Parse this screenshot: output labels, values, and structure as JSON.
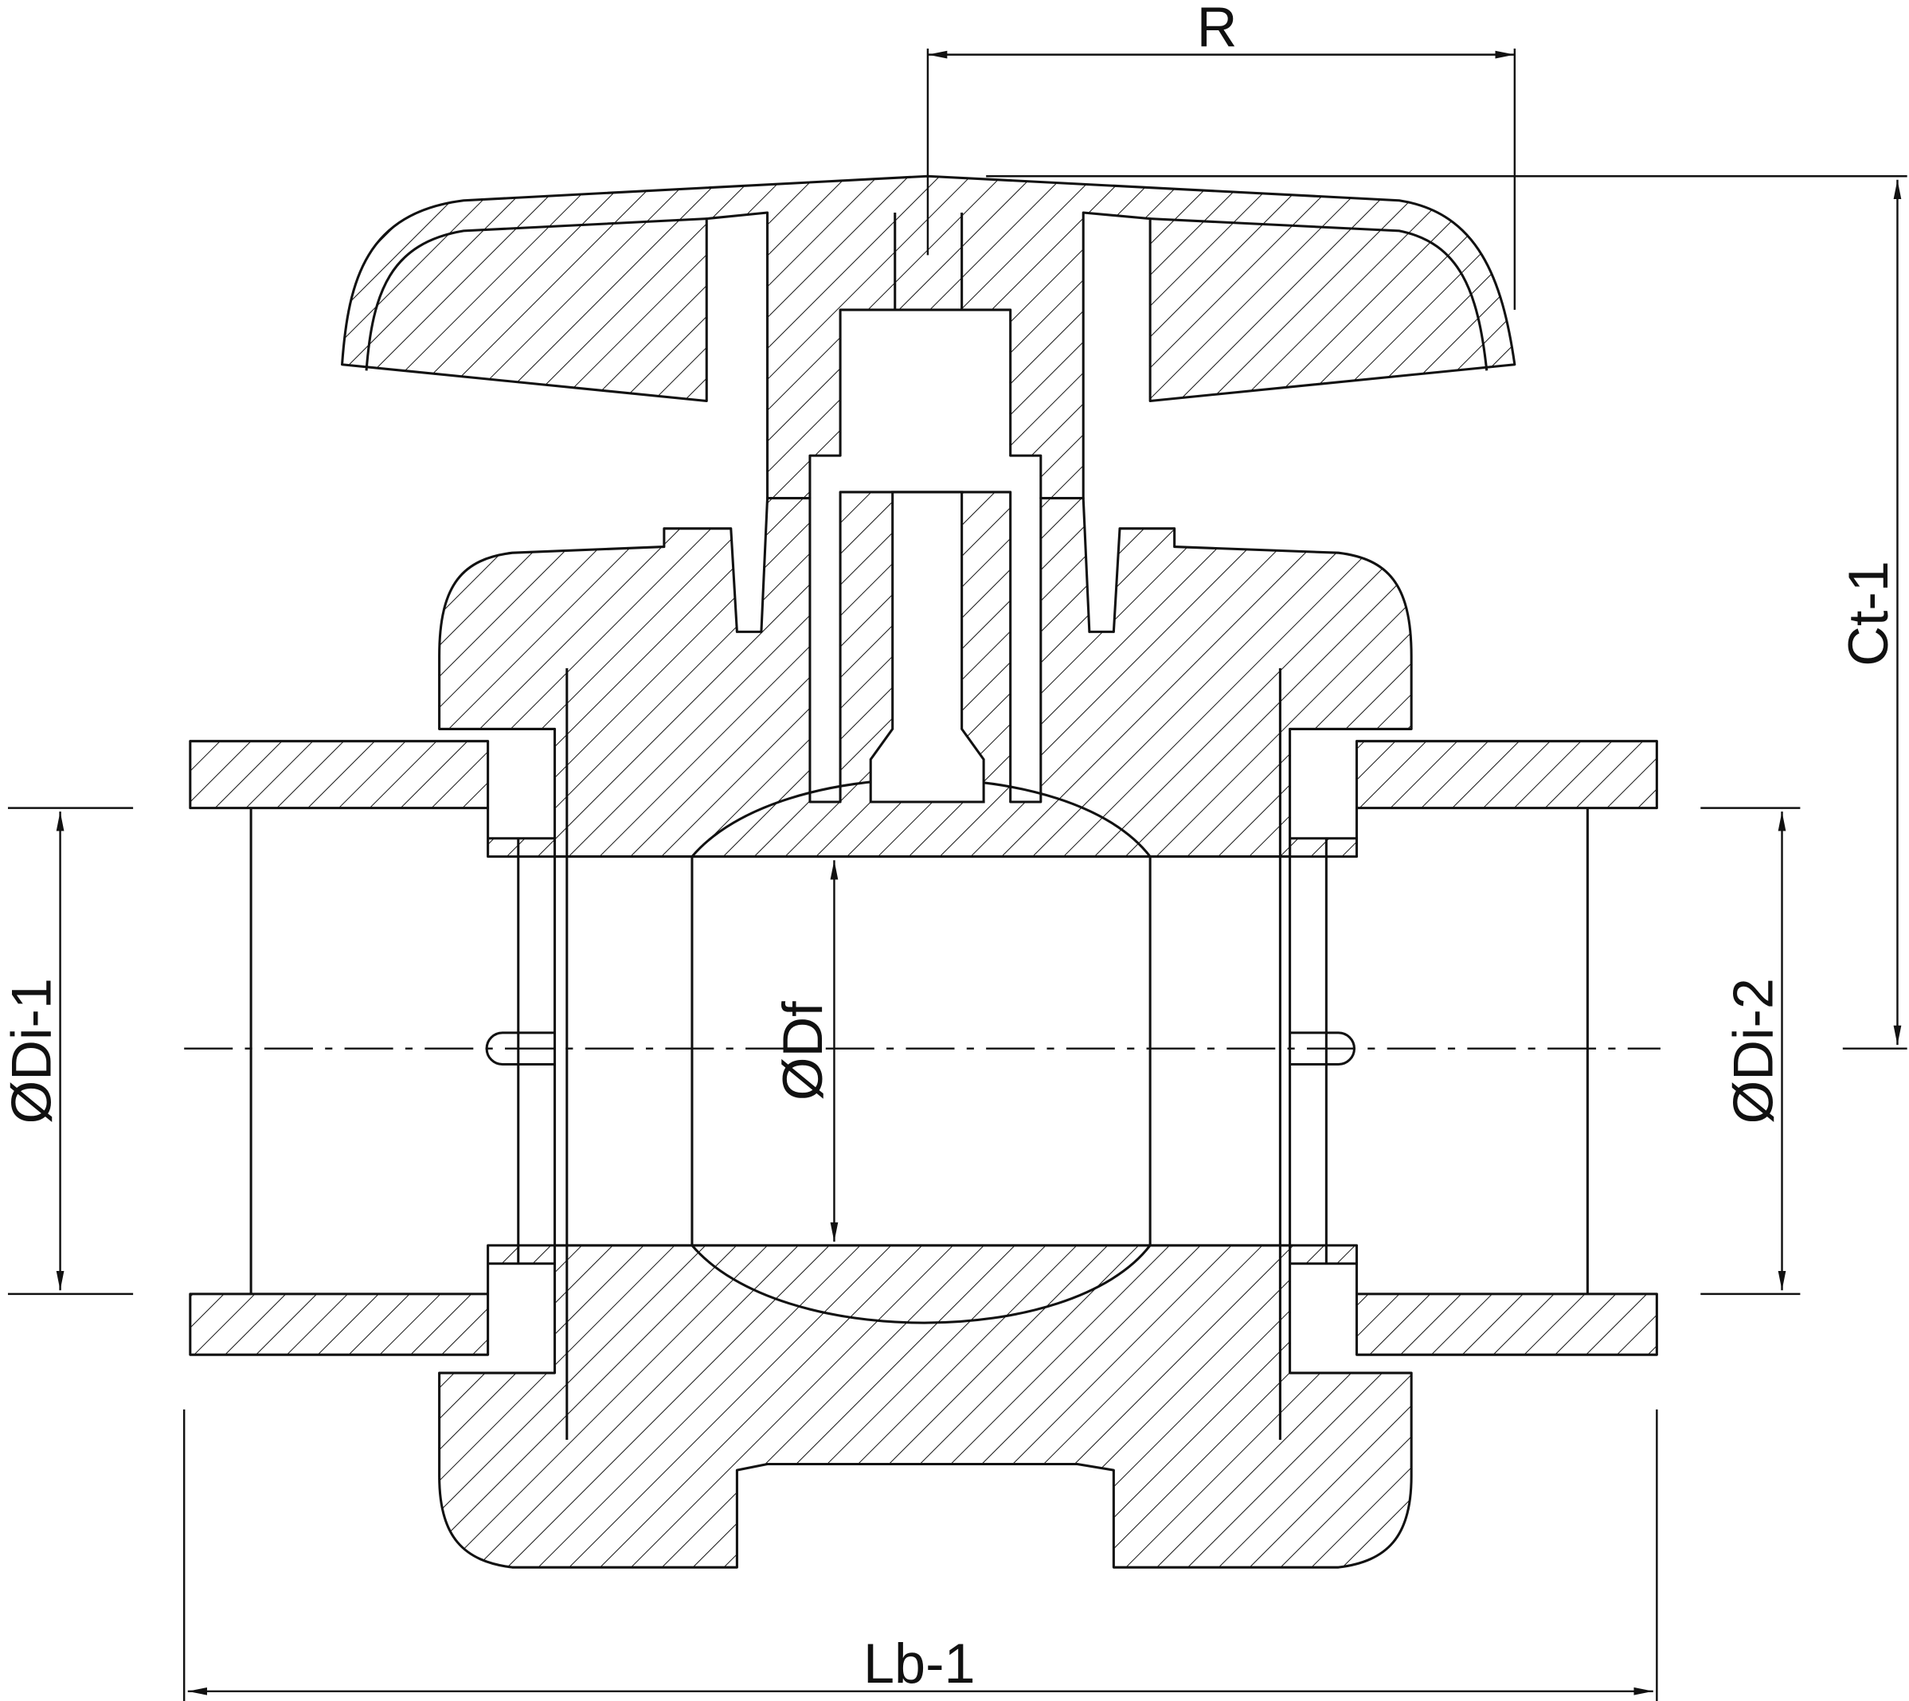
{
  "drawing": {
    "title": "Ball valve cross-section",
    "dimensions": {
      "handle_radius": "R",
      "height": "Ct-1",
      "inner_diameter_left": "ØDi-1",
      "bore_diameter": "ØDf",
      "inner_diameter_right": "ØDi-2",
      "overall_length": "Lb-1"
    },
    "line_color": "#111111"
  }
}
